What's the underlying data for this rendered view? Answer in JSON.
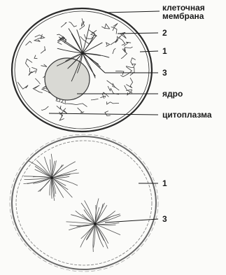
{
  "labels": {
    "membrane": "клеточная мембрана",
    "membrane_l1": "клеточная",
    "membrane_l2": "мембрана",
    "n2": "2",
    "n1_top": "1",
    "n3_top": "3",
    "nucleus": "ядро",
    "cytoplasm": "цитоплазма",
    "n1_bottom": "1",
    "n3_bottom": "3"
  },
  "colors": {
    "line": "#2a2a2a",
    "nucleus_fill": "#d9d9d4",
    "background": "#fbfbf9"
  }
}
